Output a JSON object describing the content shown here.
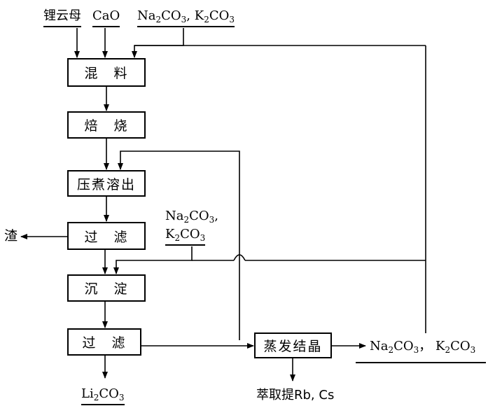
{
  "inputs": {
    "raw_material": "锂云母",
    "cao": "CaO",
    "carbonates": [
      "Na",
      "2",
      "CO",
      "3",
      ", K",
      "2",
      "CO",
      "3"
    ]
  },
  "steps": {
    "mix": "混　料",
    "roast": "焙　烧",
    "leach": "压煮溶出",
    "filter1": "过　滤",
    "precipitate": "沉　淀",
    "filter2": "过　滤",
    "evaporate": "蒸发结晶"
  },
  "outputs": {
    "residue": "渣",
    "li_product": [
      "Li",
      "2",
      "CO",
      "3"
    ],
    "extract": "萃取提Rb, Cs",
    "recovered": [
      "Na",
      "2",
      "CO",
      "3",
      "，  K",
      "2",
      "CO",
      "3"
    ]
  },
  "reagent_mid": {
    "line1": [
      "Na",
      "2",
      "CO",
      "3",
      ","
    ],
    "line2": [
      "K",
      "2",
      "CO",
      "3"
    ]
  }
}
